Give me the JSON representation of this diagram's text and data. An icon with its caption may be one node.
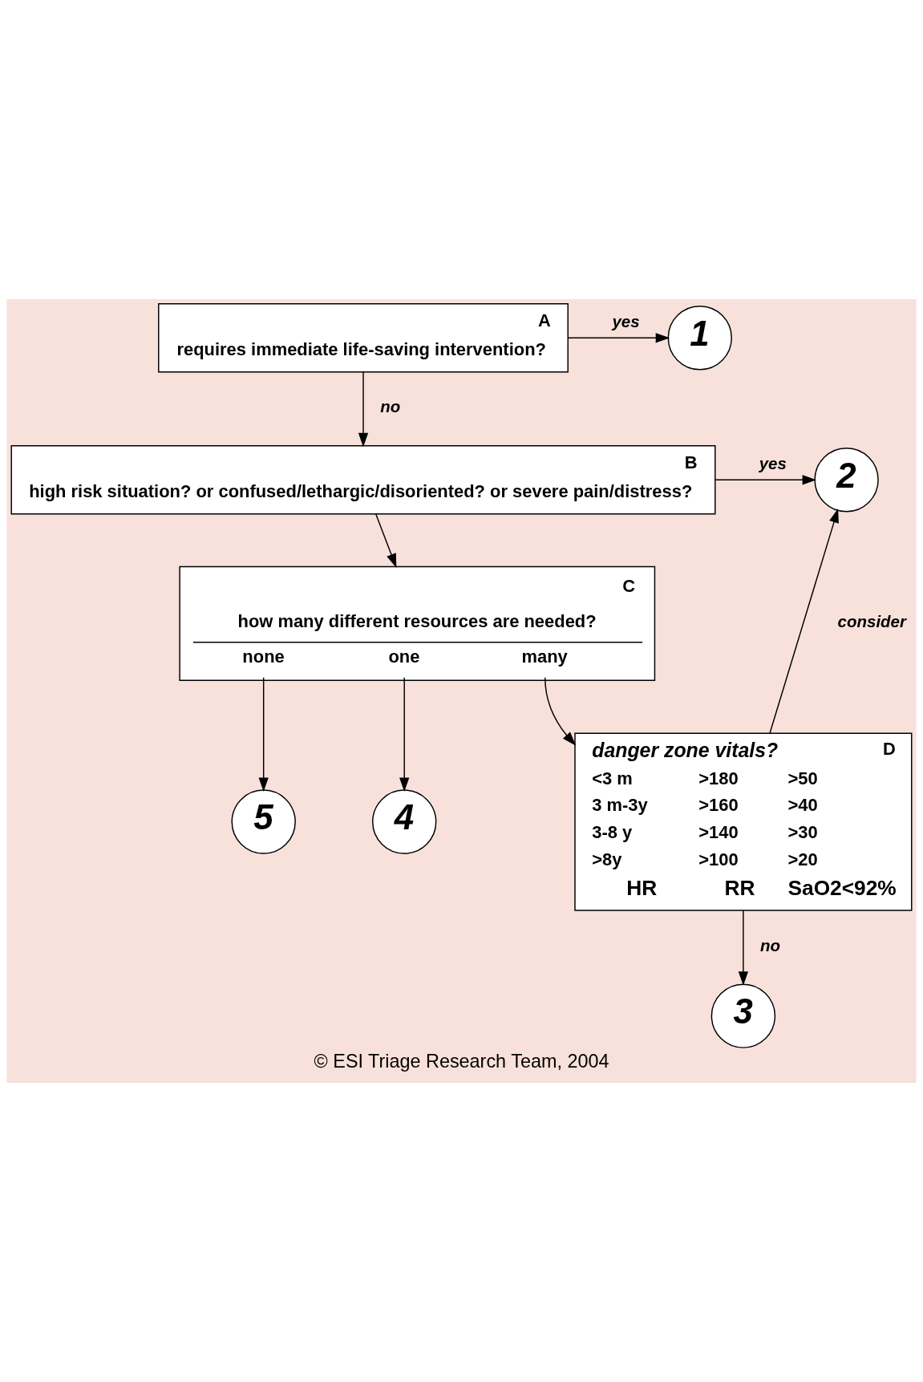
{
  "diagram": {
    "caption": "© ESI Triage Research Team, 2004",
    "nodes": [
      {
        "text": [
          "A",
          "requires immediate life-saving intervention?"
        ]
      },
      {
        "text": [
          "1"
        ]
      },
      {
        "text": [
          "B",
          "high risk situation? or confused/lethargic/disoriented? or severe pain/distress?"
        ]
      },
      {
        "text": [
          "2"
        ]
      },
      {
        "text": [
          "C",
          "how many different resources are needed?",
          "none",
          "one",
          "many"
        ]
      },
      {
        "text": [
          "5"
        ]
      },
      {
        "text": [
          "4"
        ]
      },
      {
        "text": [
          "D",
          "danger zone vitals?",
          "<3 m",
          ">180",
          ">50",
          "3 m-3y",
          ">160",
          ">40",
          "3-8 y",
          ">140",
          ">30",
          ">8y",
          ">100",
          ">20",
          "HR",
          "RR",
          "SaO2<92%"
        ]
      },
      {
        "text": [
          "3"
        ]
      }
    ],
    "edges": [
      {
        "from": 0,
        "to": 1,
        "arrow": "to",
        "label": "yes"
      },
      {
        "from": 0,
        "to": 2,
        "arrow": "to",
        "label": "no"
      },
      {
        "from": 2,
        "to": 3,
        "arrow": "to",
        "label": "yes"
      },
      {
        "from": 2,
        "to": 4,
        "arrow": "to"
      },
      {
        "from": 4,
        "to": 5,
        "arrow": "to"
      },
      {
        "from": 4,
        "to": 6,
        "arrow": "to"
      },
      {
        "from": 4,
        "to": 7,
        "arrow": "to"
      },
      {
        "from": 7,
        "to": 3,
        "arrow": "to",
        "label": "consider"
      },
      {
        "from": 7,
        "to": 8,
        "arrow": "to",
        "label": "no"
      }
    ]
  }
}
